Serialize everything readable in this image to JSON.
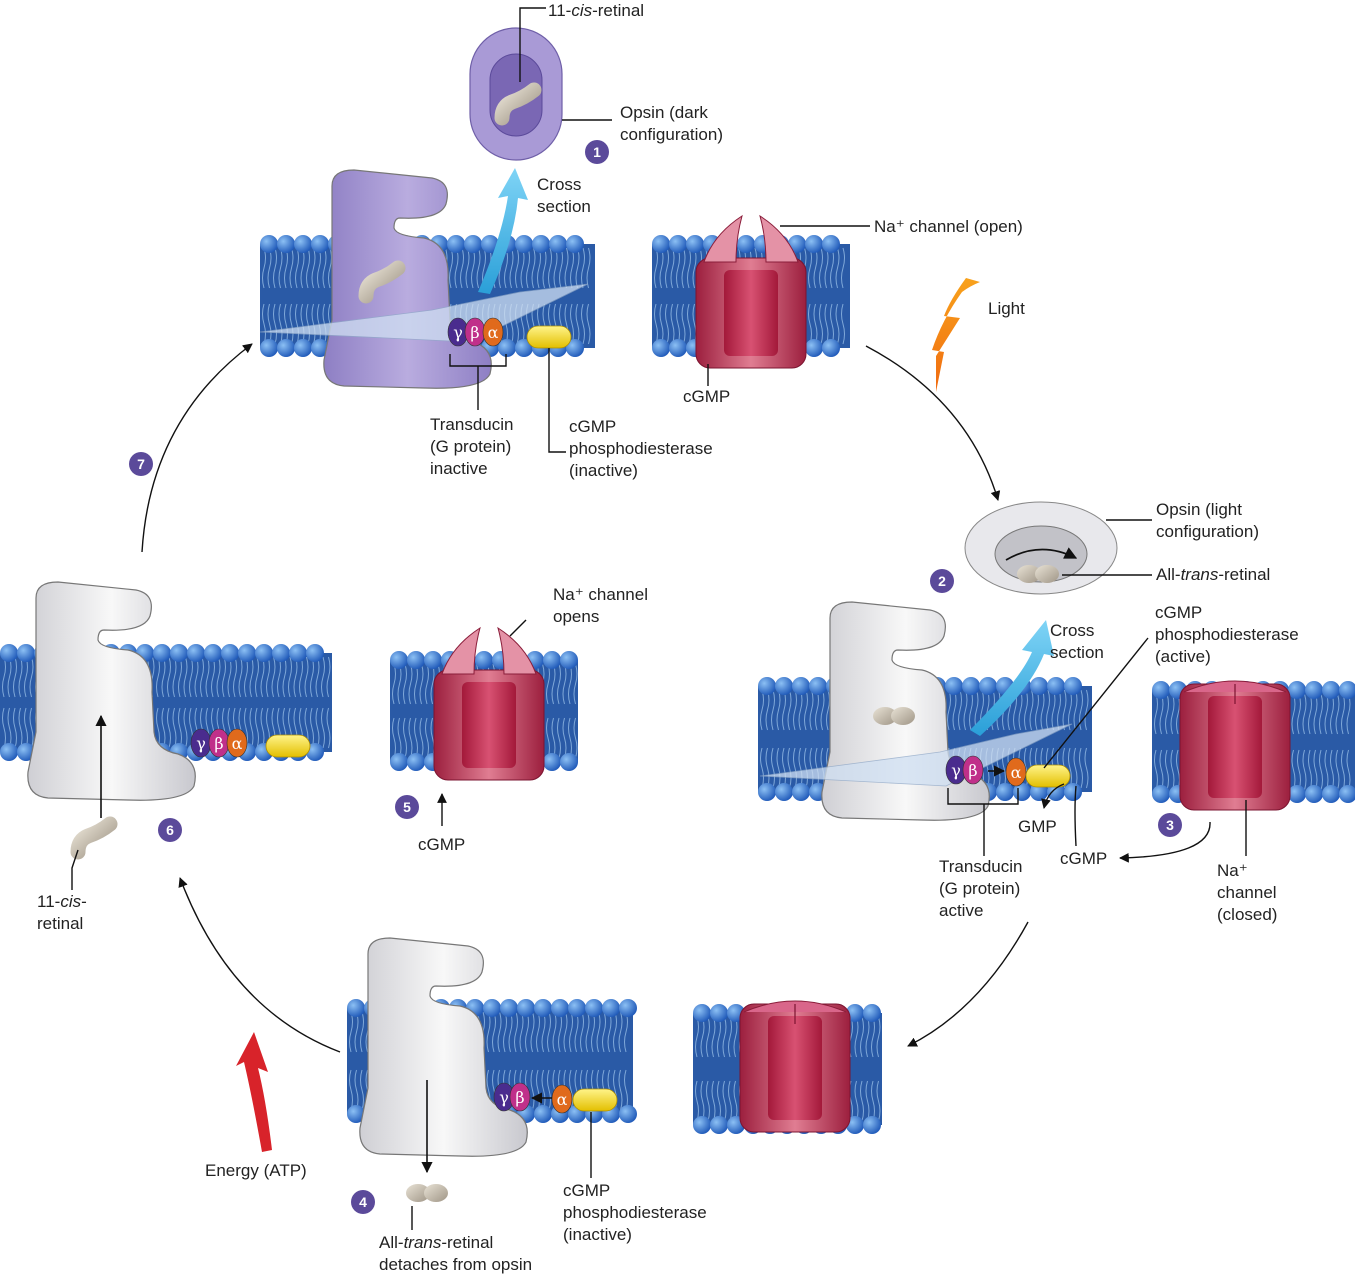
{
  "labels": {
    "cis_retinal_top": [
      "11-",
      "cis",
      "-retinal"
    ],
    "opsin_dark": [
      "Opsin (dark",
      "configuration)"
    ],
    "cross_section_1": [
      "Cross",
      "section"
    ],
    "na_channel_open": "Na⁺ channel (open)",
    "light": "Light",
    "cgmp_top": "cGMP",
    "transducin_inactive": [
      "Transducin",
      "(G protein)",
      "inactive"
    ],
    "pde_inactive_top": [
      "cGMP",
      "phosphodiesterase",
      "(inactive)"
    ],
    "opsin_light": [
      "Opsin (light",
      "configuration)"
    ],
    "all_trans_retinal": [
      "All-",
      "trans",
      "-retinal"
    ],
    "cross_section_2": [
      "Cross",
      "section"
    ],
    "pde_active": [
      "cGMP",
      "phosphodiesterase",
      "(active)"
    ],
    "gmp": "GMP",
    "cgmp_right": "cGMP",
    "transducin_active": [
      "Transducin",
      "(G protein)",
      "active"
    ],
    "na_channel_closed": [
      "Na⁺",
      "channel",
      "(closed)"
    ],
    "na_channel_opens": [
      "Na⁺ channel",
      "opens"
    ],
    "cgmp_mid": "cGMP",
    "cis_retinal_left": [
      "11-",
      "cis",
      "-",
      "retinal"
    ],
    "energy": "Energy (ATP)",
    "detaches": [
      "All-",
      "trans",
      "-retinal",
      "detaches from opsin"
    ],
    "pde_inactive_bottom": [
      "cGMP",
      "phosphodiesterase",
      "(inactive)"
    ]
  },
  "subunits": {
    "gamma": "γ",
    "beta": "β",
    "alpha": "α"
  },
  "steps": [
    "1",
    "2",
    "3",
    "4",
    "5",
    "6",
    "7"
  ],
  "colors": {
    "membrane_blue": "#2f63b0",
    "head_blue": "#3d7fd6",
    "opsin_dark": "#a99ad6",
    "opsin_light": "#e6e6ea",
    "channel": "#c23a5a",
    "pde_yellow": "#f2d21c",
    "arrow_red": "#d8232a",
    "arrow_cyan": "#3ab7ea",
    "step_badge": "#5b4a9a"
  }
}
